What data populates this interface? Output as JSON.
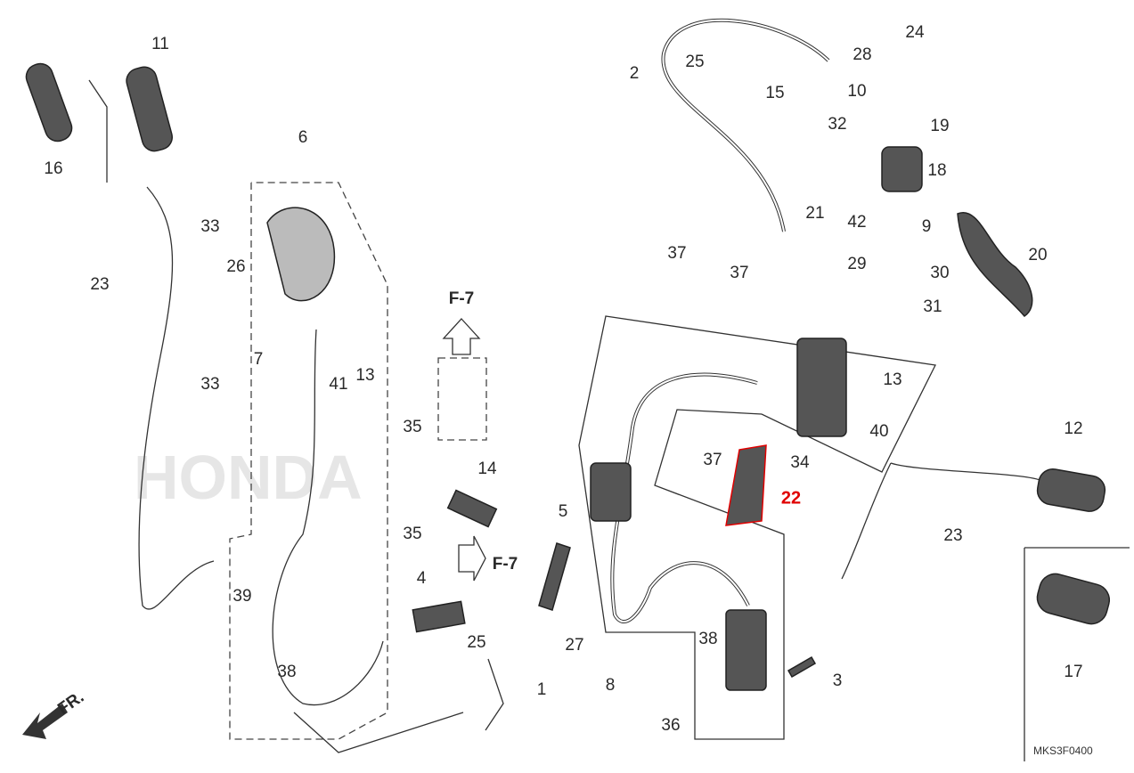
{
  "diagram": {
    "watermark": "HONDA",
    "drawing_code": "MKS3F0400",
    "front_indicator": "FR.",
    "highlight_color": "#e00000",
    "labels": [
      "16",
      "11",
      "6",
      "33",
      "26",
      "23",
      "7",
      "33",
      "41",
      "13",
      "35",
      "35",
      "F-7",
      "14",
      "F-7",
      "4",
      "39",
      "38",
      "25",
      "1",
      "5",
      "27",
      "8",
      "36",
      "38",
      "3",
      "2",
      "25",
      "15",
      "28",
      "24",
      "10",
      "19",
      "32",
      "18",
      "21",
      "42",
      "9",
      "20",
      "29",
      "30",
      "31",
      "37",
      "37",
      "13",
      "40",
      "37",
      "34",
      "22",
      "12",
      "23",
      "17"
    ]
  }
}
